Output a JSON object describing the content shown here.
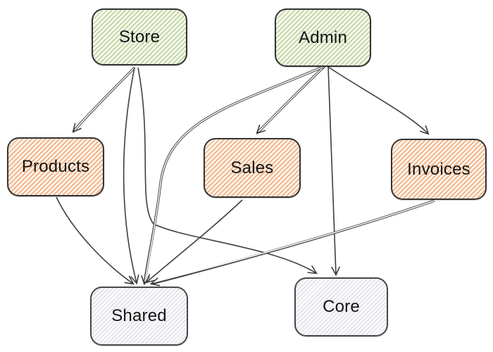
{
  "diagram": {
    "type": "dependency-graph",
    "nodes": [
      {
        "id": "store",
        "label": "Store",
        "layer": "app"
      },
      {
        "id": "admin",
        "label": "Admin",
        "layer": "app"
      },
      {
        "id": "products",
        "label": "Products",
        "layer": "feature"
      },
      {
        "id": "sales",
        "label": "Sales",
        "layer": "feature"
      },
      {
        "id": "invoices",
        "label": "Invoices",
        "layer": "feature"
      },
      {
        "id": "shared",
        "label": "Shared",
        "layer": "lib"
      },
      {
        "id": "core",
        "label": "Core",
        "layer": "lib"
      }
    ],
    "edges": [
      {
        "from": "store",
        "to": "products"
      },
      {
        "from": "store",
        "to": "shared"
      },
      {
        "from": "store",
        "to": "core"
      },
      {
        "from": "admin",
        "to": "sales"
      },
      {
        "from": "admin",
        "to": "invoices"
      },
      {
        "from": "admin",
        "to": "shared"
      },
      {
        "from": "admin",
        "to": "core"
      },
      {
        "from": "products",
        "to": "shared"
      },
      {
        "from": "sales",
        "to": "shared"
      },
      {
        "from": "invoices",
        "to": "shared"
      }
    ],
    "colors": {
      "app_fill": "#f4f8ec",
      "app_hatch": "#b7cc92",
      "feature_fill": "#fdf1e7",
      "feature_hatch": "#efa46f",
      "lib_fill": "#fbfbfd",
      "lib_hatch": "#dcdce6",
      "node_border": "#333333",
      "edge_stroke": "#3f3f3f",
      "label_text": "#141414",
      "background": "#ffffff"
    }
  }
}
